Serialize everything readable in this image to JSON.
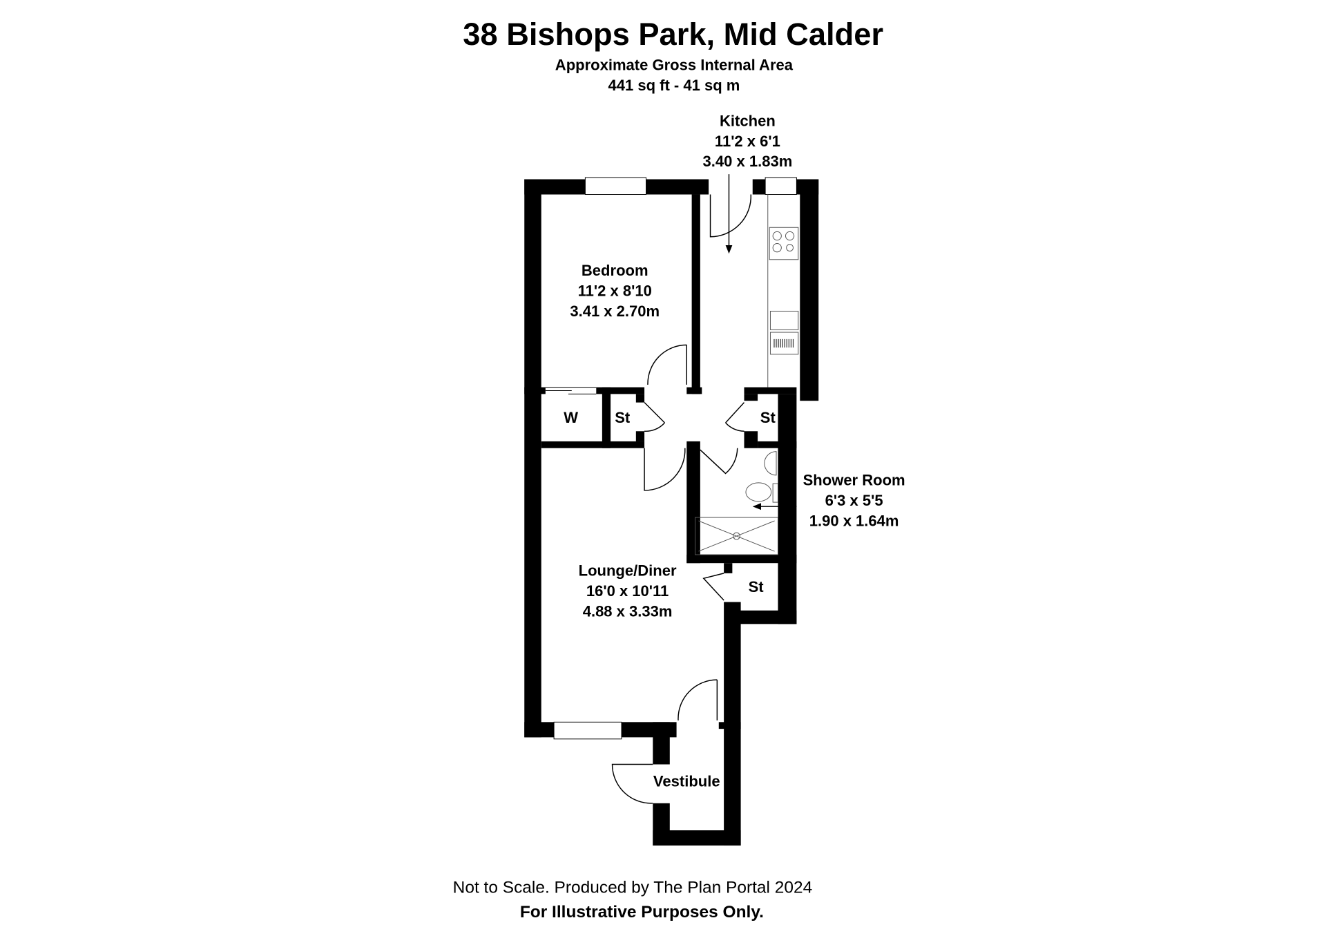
{
  "header": {
    "title": "38 Bishops Park, Mid Calder",
    "subtitle": "Approximate Gross Internal Area",
    "area": "441 sq ft - 41 sq m"
  },
  "rooms": {
    "kitchen": {
      "name": "Kitchen",
      "imperial": "11'2 x 6'1",
      "metric": "3.40 x 1.83m"
    },
    "bedroom": {
      "name": "Bedroom",
      "imperial": "11'2 x 8'10",
      "metric": "3.41 x 2.70m"
    },
    "shower": {
      "name": "Shower Room",
      "imperial": "6'3 x 5'5",
      "metric": "1.90 x 1.64m"
    },
    "lounge": {
      "name": "Lounge/Diner",
      "imperial": "16'0 x 10'11",
      "metric": "4.88 x 3.33m"
    },
    "vestibule": {
      "name": "Vestibule"
    },
    "wardrobe": {
      "name": "W"
    },
    "store1": {
      "name": "St"
    },
    "store2": {
      "name": "St"
    },
    "store3": {
      "name": "St"
    }
  },
  "footer": {
    "disclaimer": "Not to Scale. Produced by The Plan Portal 2024",
    "note": "For Illustrative Purposes Only."
  }
}
